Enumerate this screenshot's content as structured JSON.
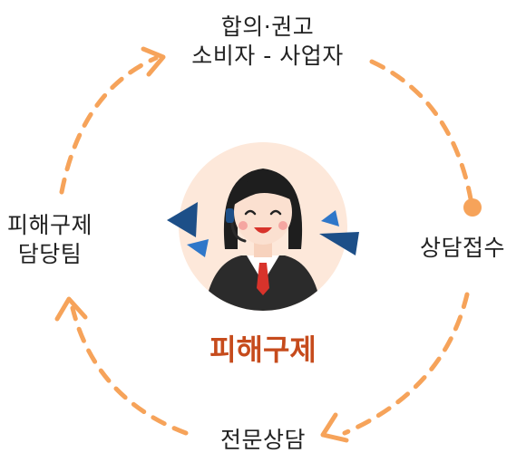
{
  "colors": {
    "accent_orange": "#f6a35a",
    "center_title": "#c64b1c",
    "avatar_bg": "#fde8da",
    "sound_wave": "#1d4f88",
    "label_text": "#222222"
  },
  "steps": {
    "top": {
      "line1": "합의·권고",
      "line2": "소비자 - 사업자"
    },
    "right": {
      "label": "상담접수"
    },
    "bottom": {
      "label": "전문상담"
    },
    "left": {
      "line1": "피해구제",
      "line2": "담당팀"
    }
  },
  "center": {
    "title": "피해구제",
    "icon": "call-center-agent-icon"
  }
}
